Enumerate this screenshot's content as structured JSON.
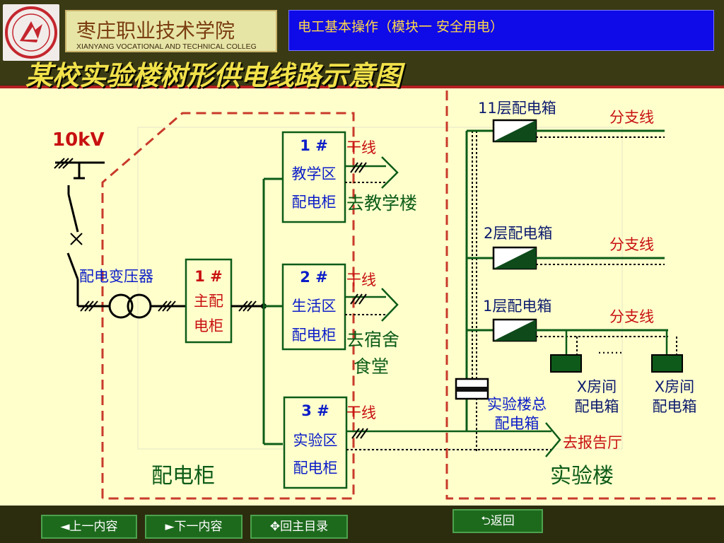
{
  "header": {
    "school_name": "枣庄职业技术学院",
    "school_name_en": "XIANYANG VOCATIONAL AND TECHNICAL COLLEG",
    "course_title": "电工基本操作（模块一 安全用电）",
    "slide_title": "某校实验楼树形供电线路示意图"
  },
  "diagram": {
    "voltage": "10kV",
    "transformer": "配电变压器",
    "main_cabinet": {
      "line1": "1 #",
      "line2": "主配",
      "line3": "电柜"
    },
    "cabinets": [
      {
        "line1": "1 #",
        "line2": "教学区",
        "line3": "配电柜",
        "trunk": "干线",
        "dest": "去教学楼"
      },
      {
        "line1": "2 #",
        "line2": "生活区",
        "line3": "配电柜",
        "trunk": "干线",
        "dest_line1": "去宿舍",
        "dest_line2": "食堂"
      },
      {
        "line1": "3 #",
        "line2": "实验区",
        "line3": "配电柜",
        "trunk": "干线",
        "dest": "去报告厅"
      }
    ],
    "area_label_left": "配电柜",
    "floors": [
      {
        "label": "11层配电箱",
        "branch": "分支线"
      },
      {
        "label": "2层配电箱",
        "branch": "分支线"
      },
      {
        "label": "1层配电箱",
        "branch": "分支线"
      }
    ],
    "rooms": [
      {
        "line1": "X房间",
        "line2": "配电箱"
      },
      {
        "line1": "X房间",
        "line2": "配电箱"
      }
    ],
    "ellipsis": "……",
    "building_main_box": {
      "line1": "实验楼总",
      "line2": "配电箱"
    },
    "area_label_right": "实验楼"
  },
  "nav": {
    "prev": "◄上一内容",
    "next": "►下一内容",
    "home": "✥回主目录",
    "back": "⮌返回"
  }
}
